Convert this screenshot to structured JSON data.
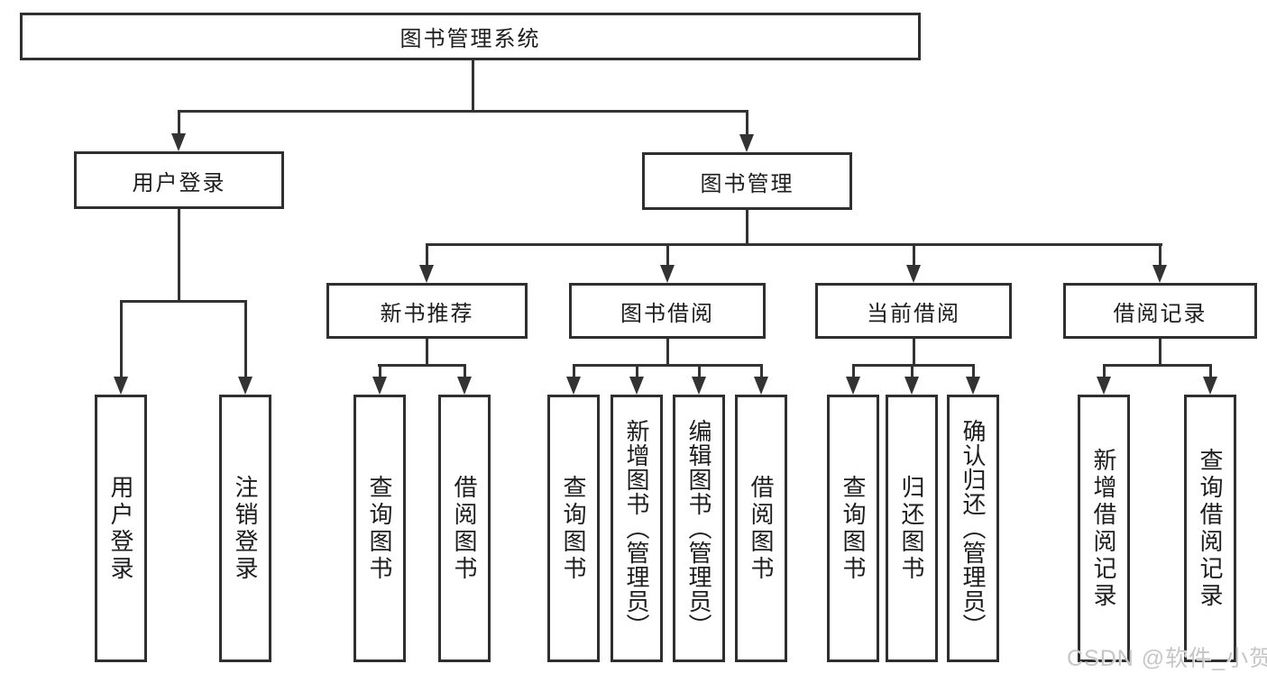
{
  "colors": {
    "line": "#333333",
    "box_border": "#2f2f2f",
    "text": "#1d1d1f",
    "watermark": "#c6c6c6",
    "background": "#ffffff"
  },
  "diagram": {
    "root": {
      "label": "图书管理系统"
    },
    "level2": [
      {
        "label": "用户登录"
      },
      {
        "label": "图书管理"
      }
    ],
    "level3": [
      {
        "label": "新书推荐"
      },
      {
        "label": "图书借阅"
      },
      {
        "label": "当前借阅"
      },
      {
        "label": "借阅记录"
      }
    ],
    "leaves": [
      {
        "label": "用户登录",
        "parent": "用户登录"
      },
      {
        "label": "注销登录",
        "parent": "用户登录"
      },
      {
        "label": "查询图书",
        "parent": "新书推荐"
      },
      {
        "label": "借阅图书",
        "parent": "新书推荐"
      },
      {
        "label": "查询图书",
        "parent": "图书借阅"
      },
      {
        "label": "新增图书（管理员）",
        "parent": "图书借阅"
      },
      {
        "label": "编辑图书（管理员）",
        "parent": "图书借阅"
      },
      {
        "label": "借阅图书",
        "parent": "图书借阅"
      },
      {
        "label": "查询图书",
        "parent": "当前借阅"
      },
      {
        "label": "归还图书",
        "parent": "当前借阅"
      },
      {
        "label": "确认归还（管理员）",
        "parent": "当前借阅"
      },
      {
        "label": "新增借阅记录",
        "parent": "借阅记录"
      },
      {
        "label": "查询借阅记录",
        "parent": "借阅记录"
      }
    ]
  },
  "watermark": {
    "text": "CSDN @软件_小贺同学"
  }
}
